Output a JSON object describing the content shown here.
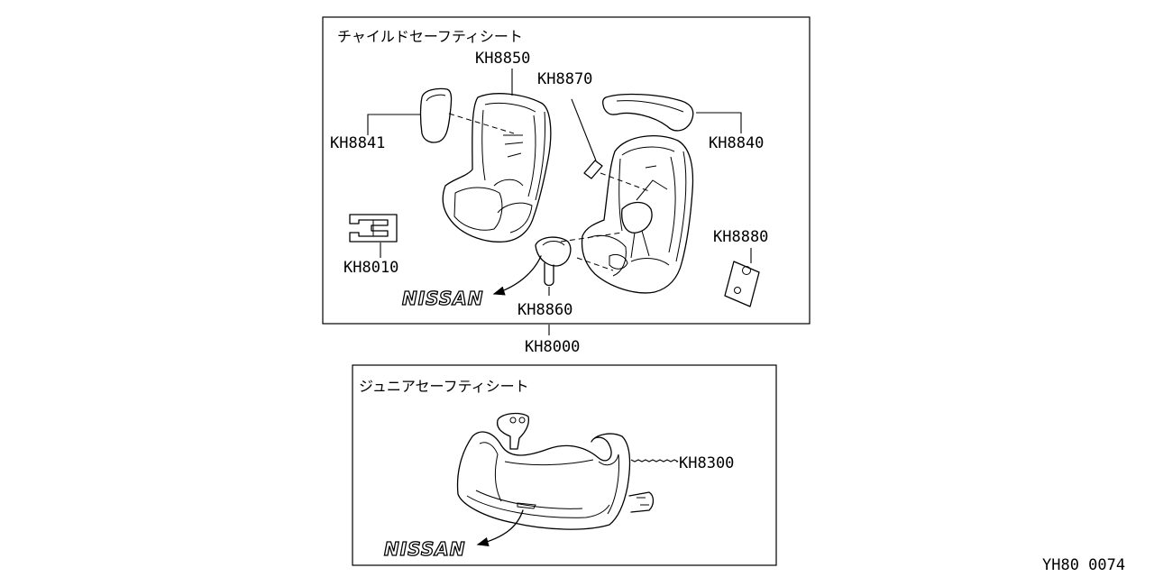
{
  "child_seat_box": {
    "title": "チャイルドセーフティシート",
    "parts": {
      "headrest": "KH8841",
      "seat_cover": "KH8850",
      "pad": "KH8870",
      "canopy": "KH8840",
      "plate": "KH8010",
      "buckle": "KH8860",
      "bracket": "KH8880"
    },
    "logo": "NISSAN"
  },
  "assembly_label": "KH8000",
  "junior_seat_box": {
    "title": "ジュニアセーフティシート",
    "parts": {
      "booster": "KH8300"
    },
    "logo": "NISSAN"
  },
  "figure_code": "YH80 0074"
}
